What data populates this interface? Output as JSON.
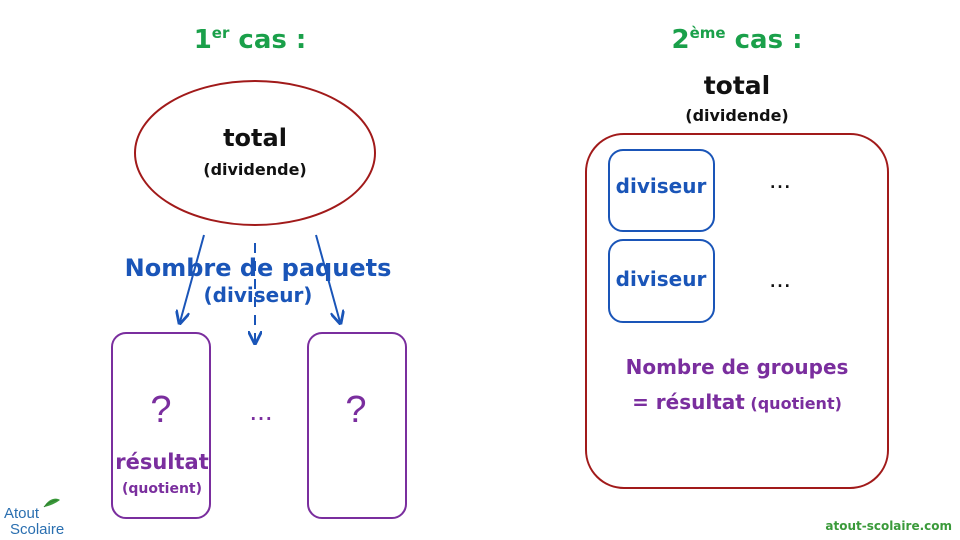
{
  "colors": {
    "green": "#1aa04a",
    "dark_red": "#a11a1a",
    "blue": "#1a55b8",
    "purple": "#7a2e9e",
    "black": "#111111",
    "logo_blue": "#2a6fb0",
    "logo_green": "#3a9a3a"
  },
  "case1": {
    "heading_main": "1",
    "heading_sup": "er",
    "heading_rest": " cas :",
    "oval_title": "total",
    "oval_subtitle": "(dividende)",
    "arrows_label": "Nombre de paquets",
    "arrows_sublabel": "(diviseur)",
    "box1_mark": "?",
    "box1_label": "résultat",
    "box1_sublabel": "(quotient)",
    "middle_dots": "...",
    "box2_mark": "?"
  },
  "case2": {
    "heading_main": "2",
    "heading_sup": "ème",
    "heading_rest": " cas :",
    "title": "total",
    "subtitle": "(dividende)",
    "group1_label": "diviseur",
    "group1_dots": "...",
    "group2_label": "diviseur",
    "group2_dots": "...",
    "result_line1": "Nombre de groupes",
    "result_line2_main": "= résultat",
    "result_line2_paren": " (quotient)"
  },
  "footer": {
    "logo_line1": "Atout",
    "logo_line2": "Scolaire",
    "site": "atout-scolaire.com"
  }
}
